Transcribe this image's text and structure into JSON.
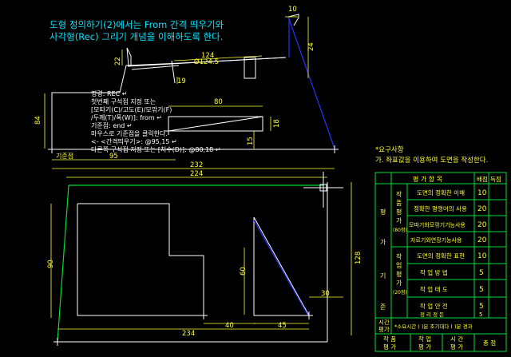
{
  "title": {
    "line1": "도형 정의하기(2)에서는 From 간격 띄우기와",
    "line2": "사각형(Rec) 그리기 개념을 이해하도록 한다."
  },
  "top_drawing": {
    "dims": {
      "d10": "10",
      "d24": "24",
      "d22": "22",
      "d124": "124",
      "d124_5": "Ø124.5",
      "d19": "19",
      "d84": "84",
      "d80": "80",
      "d18": "18",
      "d15": "15",
      "d95": "95",
      "d232": "232"
    },
    "label_origin": "기준점"
  },
  "commands": [
    "명령: REC ↵",
    "첫번째 구석점 지정 또는",
    "[모따기(C)/고도(E)/모깎기(F)",
    "/두께(T)/폭(W)]: from ↵",
    "기준점: end ↵",
    "마우스로 기준점을 클릭한다.",
    "<- <간격띄우기>: @95,15 ↵",
    "다른쪽 구석점 지정 또는 [치수(D)]: @80,18 ↵"
  ],
  "bottom_drawing": {
    "dims": {
      "d224": "224",
      "d90": "90",
      "d128": "128",
      "d60": "60",
      "d30": "30",
      "d40": "40",
      "d45": "45",
      "d234": "234"
    }
  },
  "requirements": {
    "line1": "*요구사항",
    "line2": "가. 좌표값을 이용하여 도면을 작성한다."
  },
  "eval_table": {
    "header": {
      "item": "평 가 항 목",
      "score": "배점",
      "get": "득점"
    },
    "side_eval": [
      "평",
      "가"
    ],
    "side_gi": "기",
    "side_jun": "준",
    "group1": {
      "label": [
        "작",
        "품",
        "평",
        "가"
      ],
      "note": "(80점)"
    },
    "group2": {
      "label": [
        "작",
        "업",
        "평",
        "가"
      ],
      "note": "(20점)"
    },
    "group1_rows": [
      {
        "name": "도면의 정확한 이해",
        "score": "10"
      },
      {
        "name": "정확한 명령어의 사용",
        "score": "20"
      },
      {
        "name": "모따기와모깎기기능사용",
        "score": "20"
      },
      {
        "name": "자르기와연장기능사용",
        "score": "20"
      },
      {
        "name": "도면의 정확한 표현",
        "score": "10"
      }
    ],
    "group2_rows": [
      {
        "name": "작 업 방 법",
        "score": "5"
      },
      {
        "name": "작 업 태 도",
        "score": "5"
      },
      {
        "name": "작 업 안 전",
        "score": "5"
      },
      {
        "name": "정 리 정 돈",
        "score": "5"
      }
    ],
    "time_label": [
      "시간",
      "평가"
    ],
    "time_text": "*소요시간 (   )분 조기대다 (   )분 경과",
    "footer": [
      [
        "작 품",
        "평 가"
      ],
      [
        "작 업",
        "평 가"
      ],
      [
        "시 간",
        "평 가"
      ],
      [
        "총 점"
      ]
    ]
  }
}
